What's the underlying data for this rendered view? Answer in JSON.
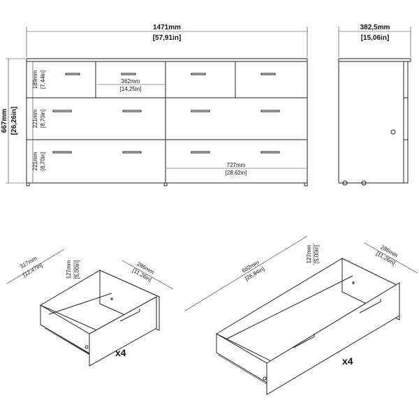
{
  "front": {
    "width_mm": "1471mm",
    "width_in": "[57,91in]",
    "height_mm": "667mm",
    "height_in": "[26,26in]",
    "row1_mm": "189mm",
    "row1_in": "[7,44in]",
    "small_drawer_mm": "362mm",
    "small_drawer_in": "[14,25in]",
    "row2_mm": "221mm",
    "row2_in": "[8,70in]",
    "row3_mm": "221mm",
    "row3_in": "[8,70in]",
    "large_drawer_mm": "727mm",
    "large_drawer_in": "[28,62in]"
  },
  "side": {
    "depth_mm": "382,5mm",
    "depth_in": "[15,06in]"
  },
  "small_drawer": {
    "width_mm": "317mm",
    "width_in": "[12,47in]",
    "height_mm": "127mm",
    "height_in": "[5,00in]",
    "depth_mm": "286mm",
    "depth_in": "[11,26in]",
    "quantity": "x4"
  },
  "large_drawer": {
    "width_mm": "682mm",
    "width_in": "[26,84in]",
    "height_mm": "127mm",
    "height_in": "[5,00in]",
    "depth_mm": "286mm",
    "depth_in": "[11,26in]",
    "quantity": "x4"
  }
}
